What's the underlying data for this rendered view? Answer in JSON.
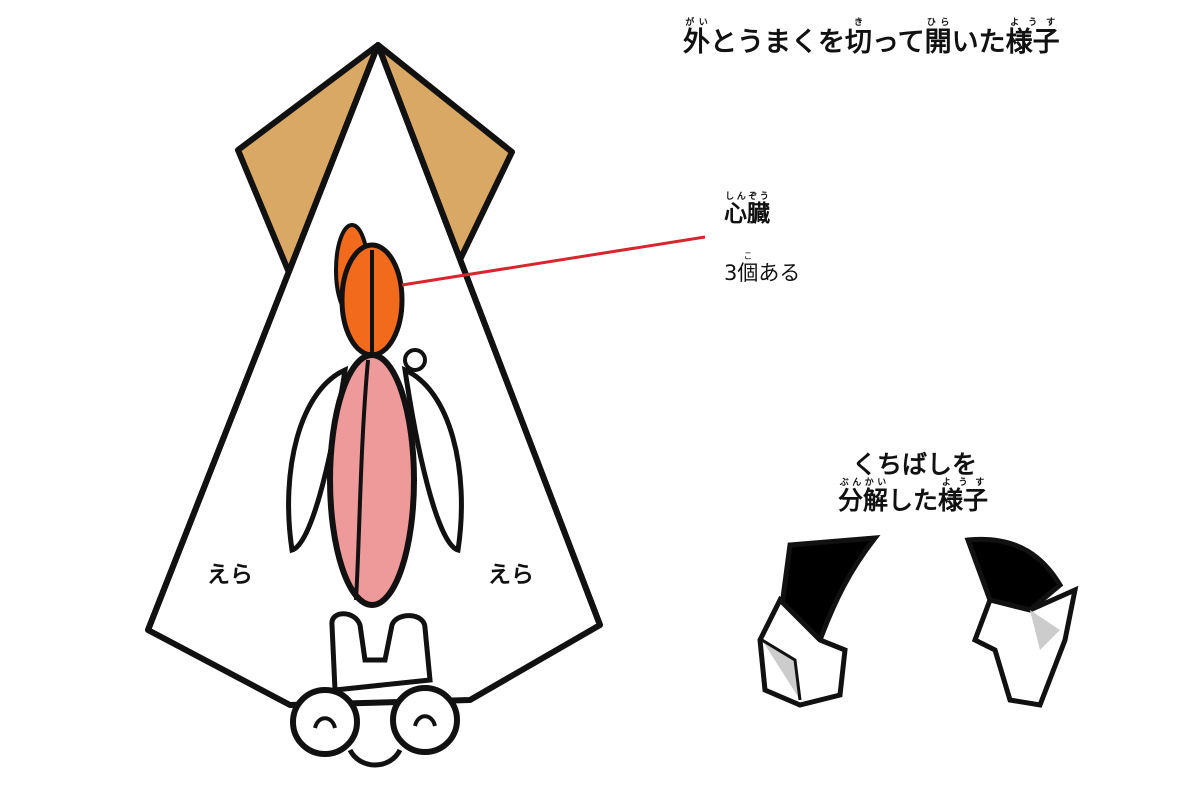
{
  "title": {
    "parts": [
      {
        "t": "外",
        "r": "がい"
      },
      {
        "t": "とうまくを"
      },
      {
        "t": "切",
        "r": "き"
      },
      {
        "t": "って"
      },
      {
        "t": "開",
        "r": "ひら"
      },
      {
        "t": "いた"
      },
      {
        "t": "様子",
        "r": "ようす"
      }
    ]
  },
  "heart": {
    "label": "心臓",
    "ruby": "しんぞう",
    "note_pre": "3",
    "note_kanji": "個",
    "note_ruby": "こ",
    "note_post": "ある",
    "line_color": "#d7262e"
  },
  "gills": {
    "left": "えら",
    "right": "えら"
  },
  "beak": {
    "line1": "くちばしを",
    "line2_k1": "分解",
    "line2_r1": "ぶんかい",
    "line2_mid": "した",
    "line2_k2": "様子",
    "line2_r2": "ようす"
  },
  "colors": {
    "fin": "#d9a864",
    "heart": "#f26a1b",
    "organ": "#ef9a9a",
    "outline": "#111111"
  }
}
